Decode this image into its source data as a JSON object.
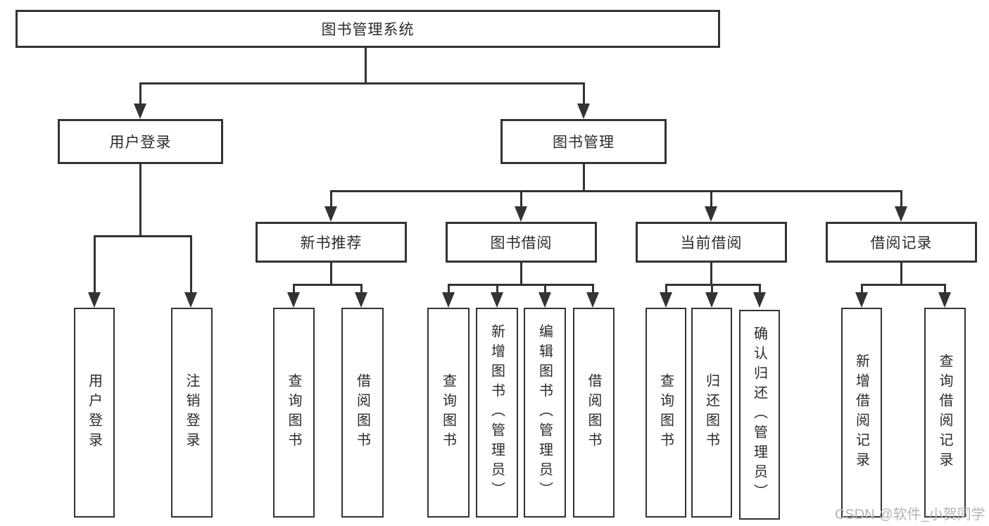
{
  "diagram": {
    "root": {
      "label": "图书管理系统",
      "children": [
        {
          "label": "用户登录",
          "children": [
            {
              "label": "用户登录"
            },
            {
              "label": "注销登录"
            }
          ]
        },
        {
          "label": "图书管理",
          "children": [
            {
              "label": "新书推荐",
              "children": [
                {
                  "label": "查询图书"
                },
                {
                  "label": "借阅图书"
                }
              ]
            },
            {
              "label": "图书借阅",
              "children": [
                {
                  "label": "查询图书"
                },
                {
                  "label": "新增图书（管理员）"
                },
                {
                  "label": "编辑图书（管理员）"
                },
                {
                  "label": "借阅图书"
                }
              ]
            },
            {
              "label": "当前借阅",
              "children": [
                {
                  "label": "查询图书"
                },
                {
                  "label": "归还图书"
                },
                {
                  "label": "确认归还（管理员）"
                }
              ]
            },
            {
              "label": "借阅记录",
              "children": [
                {
                  "label": "新增借阅记录"
                },
                {
                  "label": "查询借阅记录"
                }
              ]
            }
          ]
        }
      ]
    }
  },
  "watermark": {
    "text": "CSDN @软件_小贺同学"
  },
  "colors": {
    "line": "#333333",
    "box-border": "#333333",
    "box-fill": "#ffffff",
    "text": "#2b2b2b",
    "background": "#ffffff",
    "watermark": "#b5b5b5"
  }
}
